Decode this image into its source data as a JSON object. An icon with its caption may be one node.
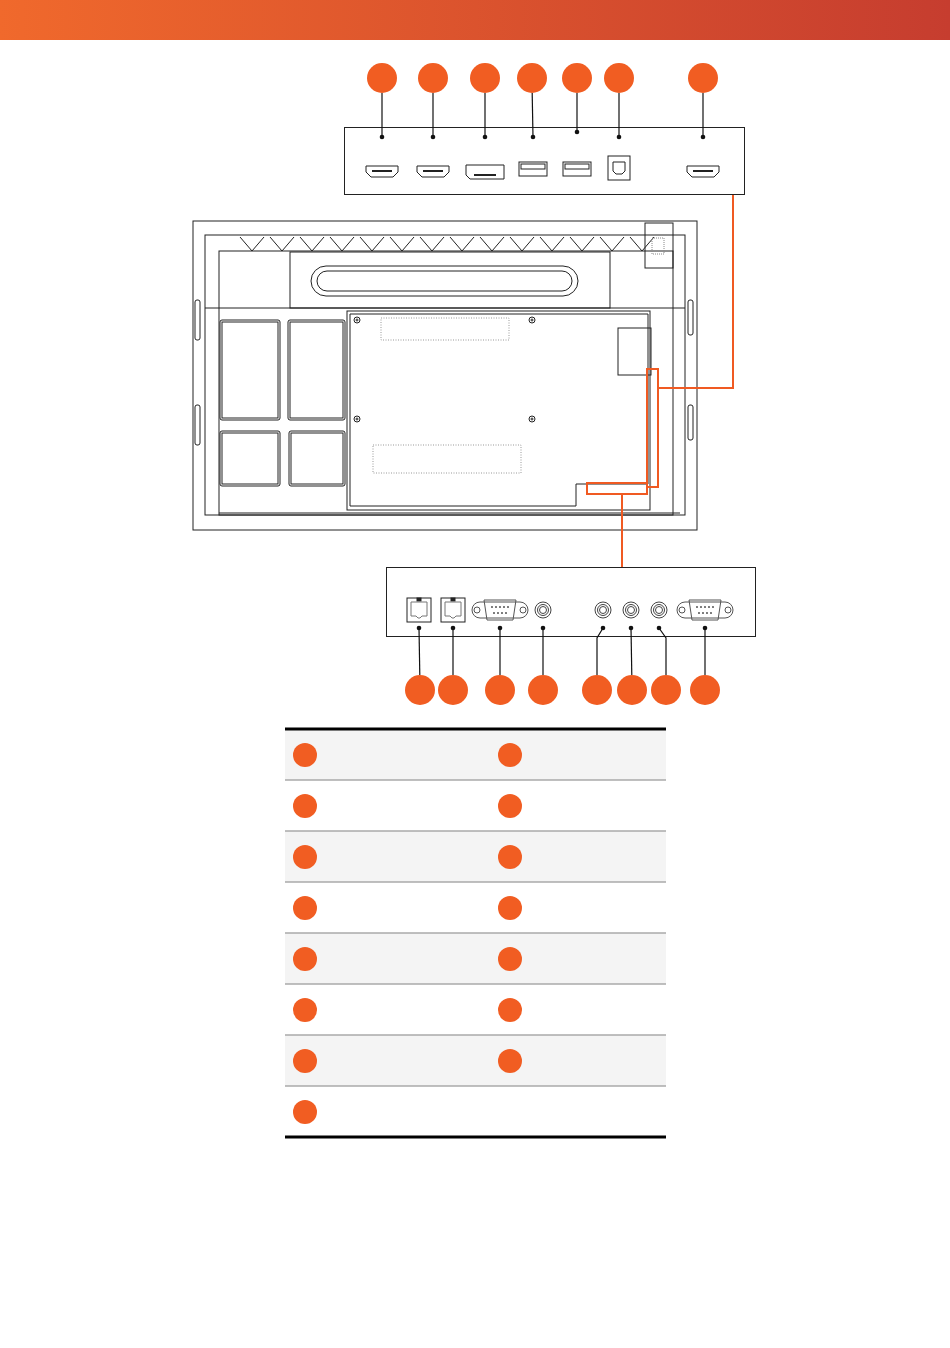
{
  "diagram": {
    "nodes": [
      {
        "text": [],
        "shape": "circle"
      },
      {
        "text": [],
        "shape": "circle"
      },
      {
        "text": [],
        "shape": "circle"
      },
      {
        "text": [],
        "shape": "circle"
      },
      {
        "text": [],
        "shape": "circle"
      },
      {
        "text": [],
        "shape": "circle"
      },
      {
        "text": [],
        "shape": "circle"
      },
      {
        "text": [],
        "shape": "box"
      },
      {
        "text": [],
        "shape": "picture",
        "in": 7
      },
      {
        "text": [],
        "shape": "picture",
        "in": 7
      },
      {
        "text": [],
        "shape": "picture",
        "in": 7
      },
      {
        "text": [],
        "shape": "picture",
        "in": 7
      },
      {
        "text": [],
        "shape": "picture",
        "in": 7
      },
      {
        "text": [],
        "shape": "picture",
        "in": 7
      },
      {
        "text": [],
        "shape": "picture",
        "in": 7
      },
      {
        "text": [],
        "shape": "box"
      },
      {
        "text": [],
        "shape": "box"
      },
      {
        "text": [],
        "shape": "box"
      },
      {
        "text": [],
        "shape": "picture",
        "in": 17
      },
      {
        "text": [],
        "shape": "picture",
        "in": 17
      },
      {
        "text": [],
        "shape": "picture",
        "in": 17
      },
      {
        "text": [],
        "shape": "picture",
        "in": 17
      },
      {
        "text": [],
        "shape": "picture",
        "in": 17
      },
      {
        "text": [],
        "shape": "picture",
        "in": 17
      },
      {
        "text": [],
        "shape": "picture",
        "in": 17
      },
      {
        "text": [],
        "shape": "picture",
        "in": 17
      },
      {
        "text": [],
        "shape": "circle"
      },
      {
        "text": [],
        "shape": "circle"
      },
      {
        "text": [],
        "shape": "circle"
      },
      {
        "text": [],
        "shape": "circle"
      },
      {
        "text": [],
        "shape": "circle"
      },
      {
        "text": [],
        "shape": "circle"
      },
      {
        "text": [],
        "shape": "circle"
      },
      {
        "text": [],
        "shape": "circle"
      },
      {
        "text": [],
        "shape": "circle"
      },
      {
        "text": [],
        "shape": "circle"
      },
      {
        "text": [],
        "shape": "circle"
      },
      {
        "text": [],
        "shape": "circle"
      },
      {
        "text": [],
        "shape": "circle"
      },
      {
        "text": [],
        "shape": "circle"
      },
      {
        "text": [],
        "shape": "circle"
      },
      {
        "text": [],
        "shape": "circle"
      },
      {
        "text": [],
        "shape": "circle"
      },
      {
        "text": [],
        "shape": "circle"
      },
      {
        "text": [],
        "shape": "circle"
      },
      {
        "text": [],
        "shape": "circle"
      },
      {
        "text": [],
        "shape": "circle"
      },
      {
        "text": [],
        "shape": "circle"
      },
      {
        "text": [],
        "shape": "circle"
      }
    ],
    "edges": [
      {
        "from": 0,
        "to": 8,
        "arrow": "other"
      },
      {
        "from": 1,
        "to": 9,
        "arrow": "other"
      },
      {
        "from": 2,
        "to": 10,
        "arrow": "other"
      },
      {
        "from": 3,
        "to": 11,
        "arrow": "other"
      },
      {
        "from": 4,
        "to": 12,
        "arrow": "other"
      },
      {
        "from": 5,
        "to": 13,
        "arrow": "other"
      },
      {
        "from": 6,
        "to": 14,
        "arrow": "other"
      },
      {
        "from": 7,
        "to": 15,
        "arrow": "none",
        "color": "#f05a22"
      },
      {
        "from": 16,
        "to": 17,
        "arrow": "none",
        "color": "#f05a22"
      },
      {
        "from": 26,
        "to": 18,
        "arrow": "other"
      },
      {
        "from": 27,
        "to": 19,
        "arrow": "other"
      },
      {
        "from": 28,
        "to": 20,
        "arrow": "other"
      },
      {
        "from": 29,
        "to": 21,
        "arrow": "other"
      },
      {
        "from": 30,
        "to": 22,
        "arrow": "other"
      },
      {
        "from": 31,
        "to": 23,
        "arrow": "other"
      },
      {
        "from": 32,
        "to": 24,
        "arrow": "other"
      },
      {
        "from": 33,
        "to": 25,
        "arrow": "other"
      }
    ]
  }
}
